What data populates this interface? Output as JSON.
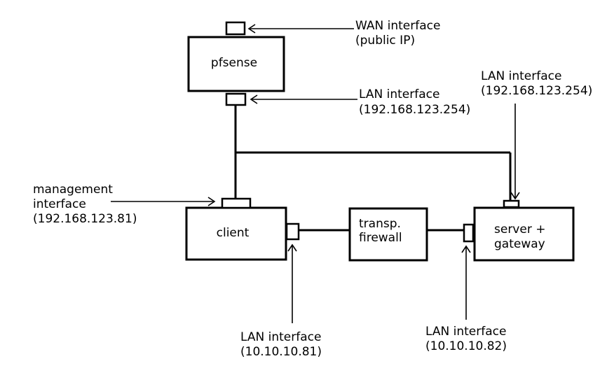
{
  "nodes": {
    "pfsense": {
      "label": "pfsense"
    },
    "client": {
      "label": "client"
    },
    "transparent_firewall": {
      "line1": "transp.",
      "line2": "firewall"
    },
    "server_gateway": {
      "line1": "server +",
      "line2": "gateway"
    }
  },
  "annotations": {
    "pfsense_wan": {
      "line1": "WAN interface",
      "line2": "(public IP)"
    },
    "pfsense_lan": {
      "line1": "LAN interface",
      "line2": "(192.168.123.254)"
    },
    "server_mgmt_lan": {
      "line1": "LAN interface",
      "line2": "(192.168.123.254)"
    },
    "client_mgmt": {
      "line1": "management",
      "line2": "interface",
      "line3": "(192.168.123.81)"
    },
    "client_lan": {
      "line1": "LAN interface",
      "line2": "(10.10.10.81)"
    },
    "server_lan": {
      "line1": "LAN interface",
      "line2": "(10.10.10.82)"
    }
  }
}
